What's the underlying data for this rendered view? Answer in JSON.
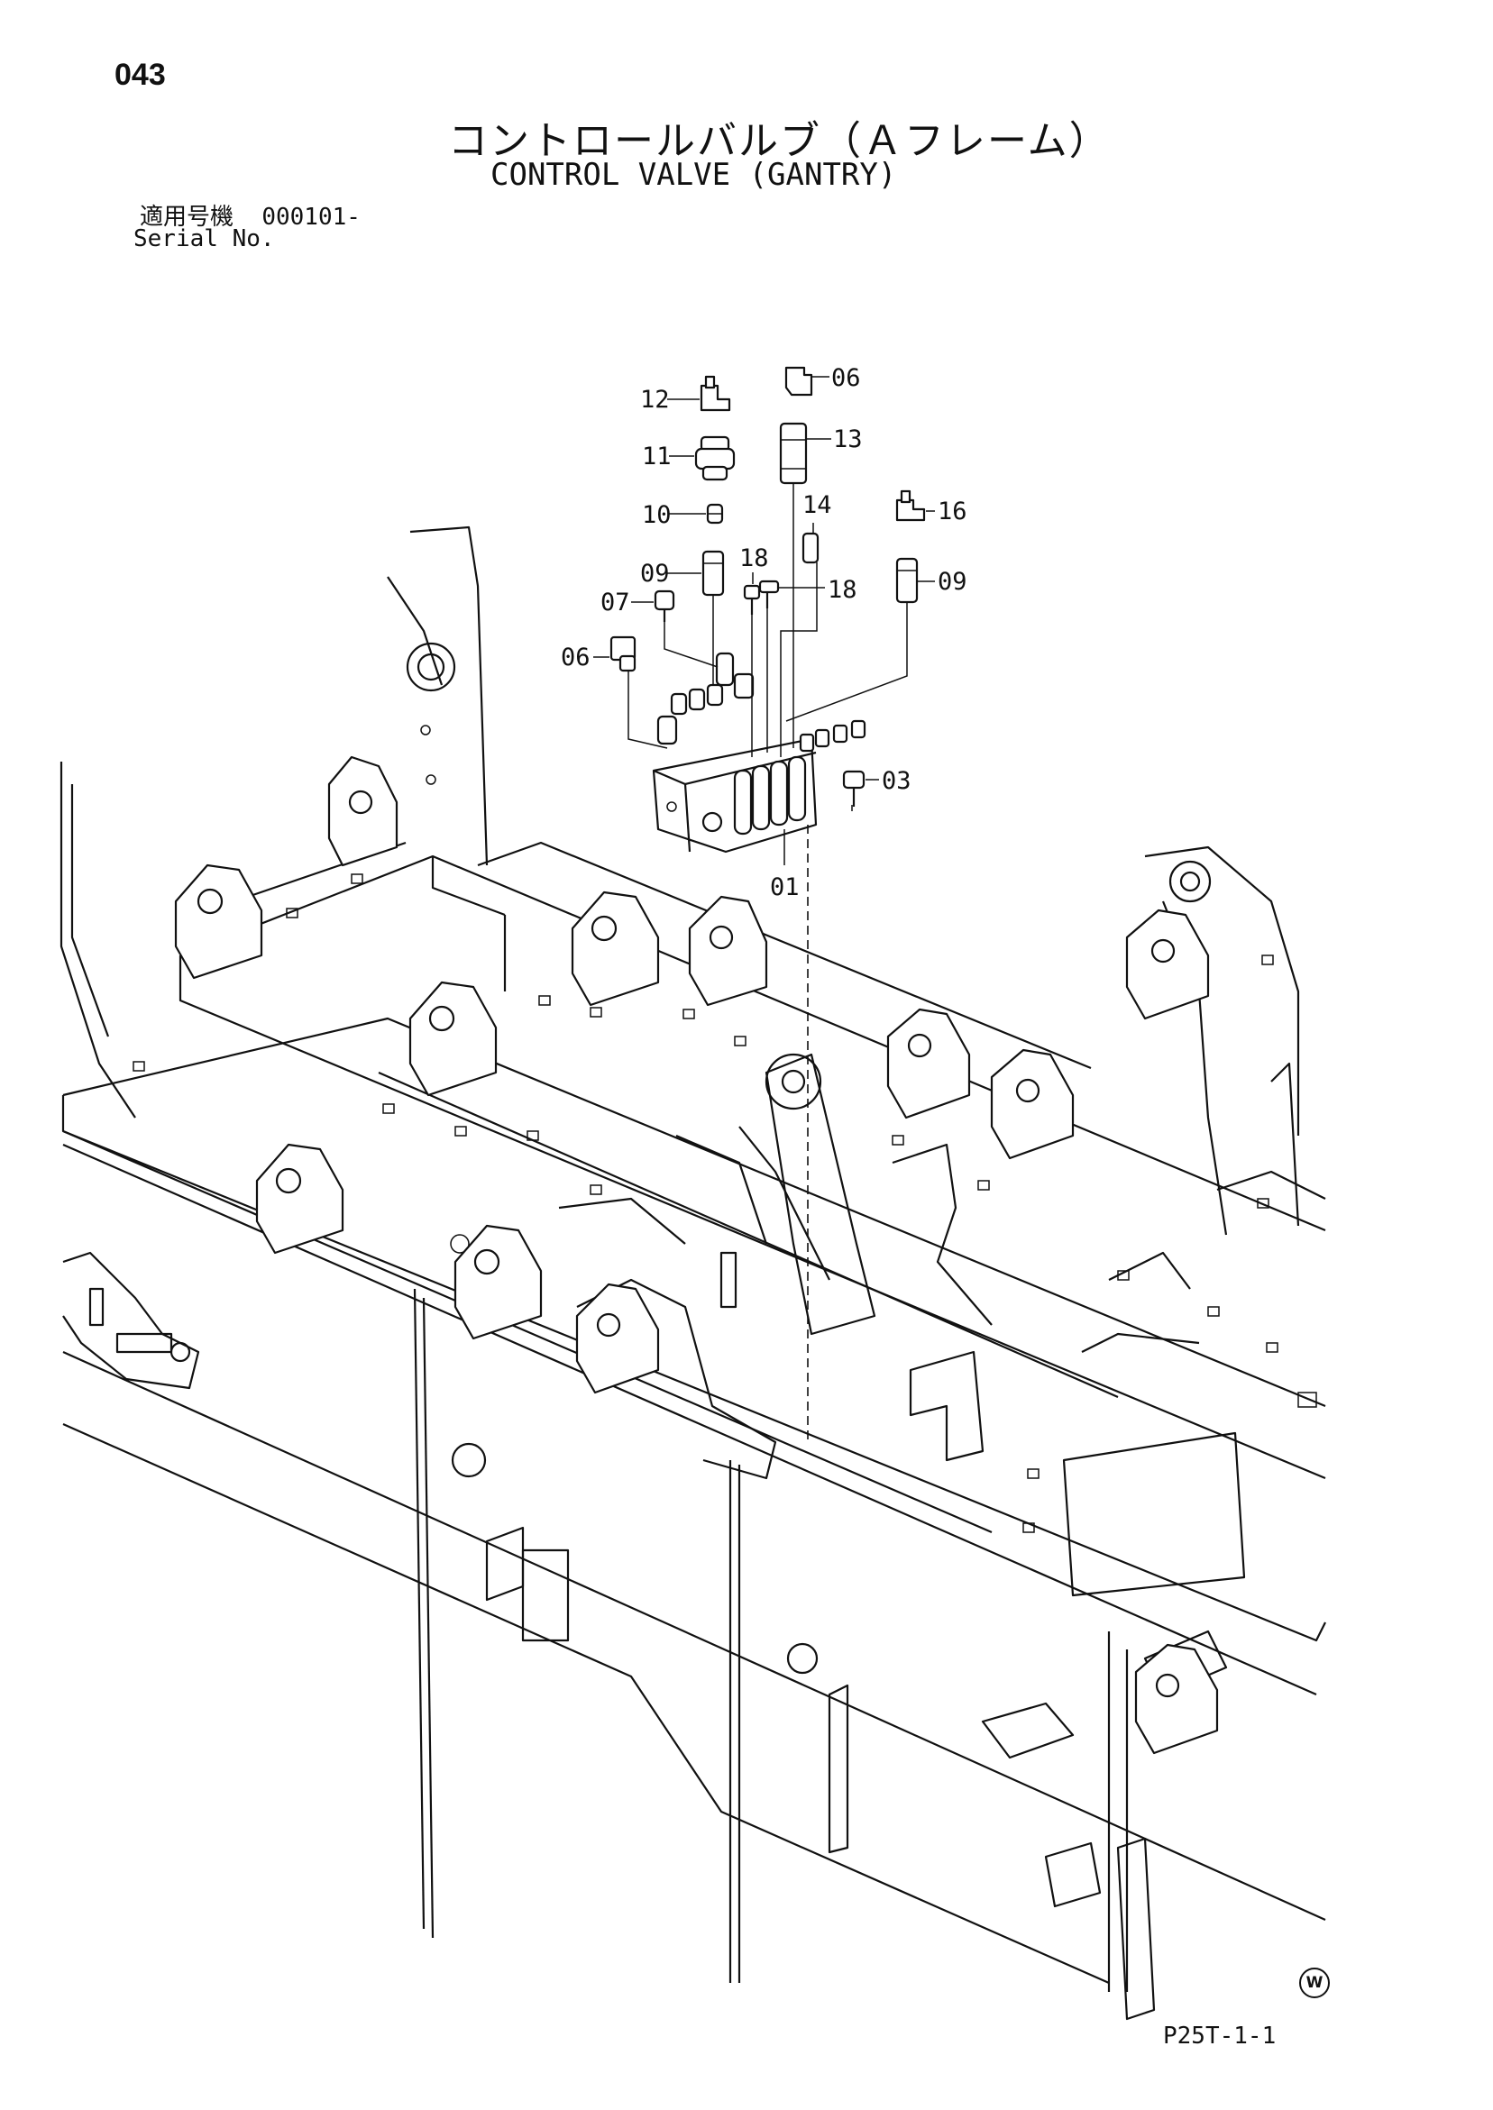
{
  "header": {
    "page_number": "043",
    "title_jp": "コントロールバルブ（Ａフレーム）",
    "title_en": "CONTROL VALVE (GANTRY)",
    "serial_label_jp": "適用号機",
    "serial_value": "000101-",
    "serial_label_en": "Serial No."
  },
  "callouts": [
    {
      "id": "c12",
      "label": "12"
    },
    {
      "id": "c06a",
      "label": "06"
    },
    {
      "id": "c13",
      "label": "13"
    },
    {
      "id": "c11",
      "label": "11"
    },
    {
      "id": "c10",
      "label": "10"
    },
    {
      "id": "c14",
      "label": "14"
    },
    {
      "id": "c16",
      "label": "16"
    },
    {
      "id": "c09a",
      "label": "09"
    },
    {
      "id": "c18a",
      "label": "18"
    },
    {
      "id": "c18b",
      "label": "18"
    },
    {
      "id": "c09b",
      "label": "09"
    },
    {
      "id": "c07",
      "label": "07"
    },
    {
      "id": "c06b",
      "label": "06"
    },
    {
      "id": "c03",
      "label": "03"
    },
    {
      "id": "c01",
      "label": "01"
    }
  ],
  "footer": {
    "w_mark": "W",
    "figure_id": "P25T-1-1"
  }
}
